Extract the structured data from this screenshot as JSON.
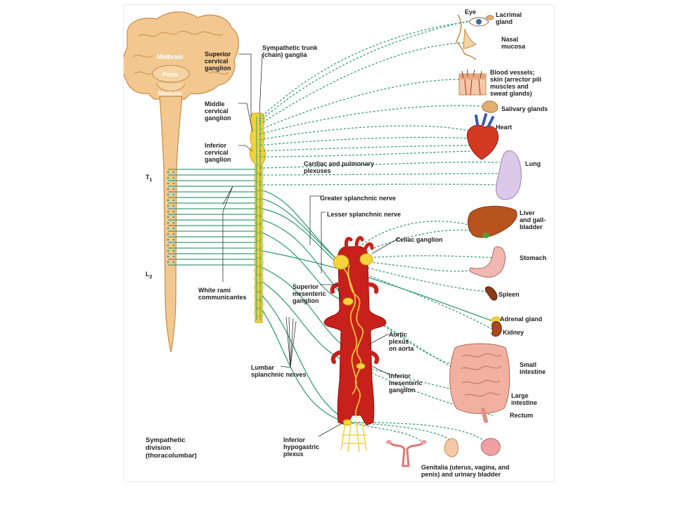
{
  "colors": {
    "nerve": "#3a9e78",
    "spine": "#f3c890",
    "spine_edge": "#c58a48",
    "ganglion": "#f2d23a",
    "ganglion_edge": "#c9a816",
    "aorta": "#c8201a",
    "plexus": "#f3d43c"
  },
  "labels": {
    "midbrain": "Midbrain",
    "pons": "Pons",
    "medulla": "Medulla",
    "superior_cervical": "Superior\ncervical\nganglion",
    "sympathetic_trunk": "Sympathetic trunk\n(chain) ganglia",
    "middle_cervical": "Middle\ncervical\nganglion",
    "inferior_cervical": "Inferior\ncervical\nganglion",
    "t1": "T1",
    "l2": "L2",
    "white_rami": "White rami\ncommunicantes",
    "cardiac_plexuses": "Cardiac and pulmonary\nplexuses",
    "greater_splanchnic": "Greater splanchnic nerve",
    "lesser_splanchnic": "Lesser splanchnic nerve",
    "celiac_ganglion": "Celiac ganglion",
    "superior_mesenteric": "Superior\nmesenteric\nganglion",
    "aortic_plexus": "Aortic\nplexus\non aorta",
    "inferior_mesenteric": "Inferior\nmesenteric\nganglion",
    "lumbar_splanchnic": "Lumbar\nsplanchnic nerves",
    "inferior_hypogastric": "Inferior\nhypogastric\nplexus",
    "division_title": "Sympathetic\ndivision\n(thoracolumbar)"
  },
  "organs": {
    "eye": "Eye",
    "lacrimal": "Lacrimal\ngland",
    "nasal": "Nasal\nmucosa",
    "skin": "Blood vessels;\nskin (arrector pili\nmuscles and\nsweat glands)",
    "salivary": "Salivary glands",
    "heart": "Heart",
    "lung": "Lung",
    "liver": "Liver\nand gall-\nbladder",
    "stomach": "Stomach",
    "spleen": "Spleen",
    "adrenal": "Adrenal gland",
    "kidney": "Kidney",
    "small_intestine": "Small\nintestine",
    "large_intestine": "Large\nintestine",
    "rectum": "Rectum",
    "genitalia": "Genitalia (uterus, vagina, and\npenis) and urinary bladder"
  }
}
